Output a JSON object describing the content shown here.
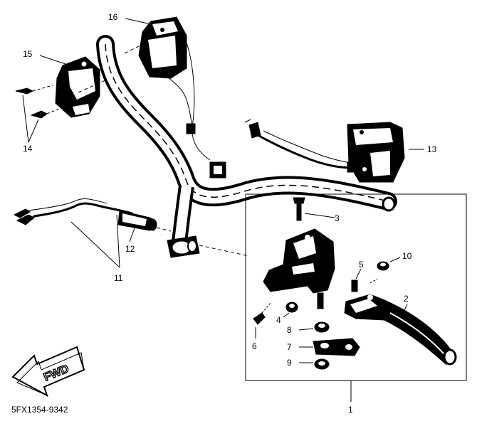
{
  "diagram_code": "5FX1354-9342",
  "fwd_label": "FWD",
  "callouts": {
    "c1": "1",
    "c2": "2",
    "c3": "3",
    "c4": "4",
    "c5": "5",
    "c6": "6",
    "c7": "7",
    "c8": "8",
    "c9": "9",
    "c10": "10",
    "c11": "11",
    "c12": "12",
    "c13": "13",
    "c14": "14",
    "c15": "15",
    "c16": "16"
  }
}
